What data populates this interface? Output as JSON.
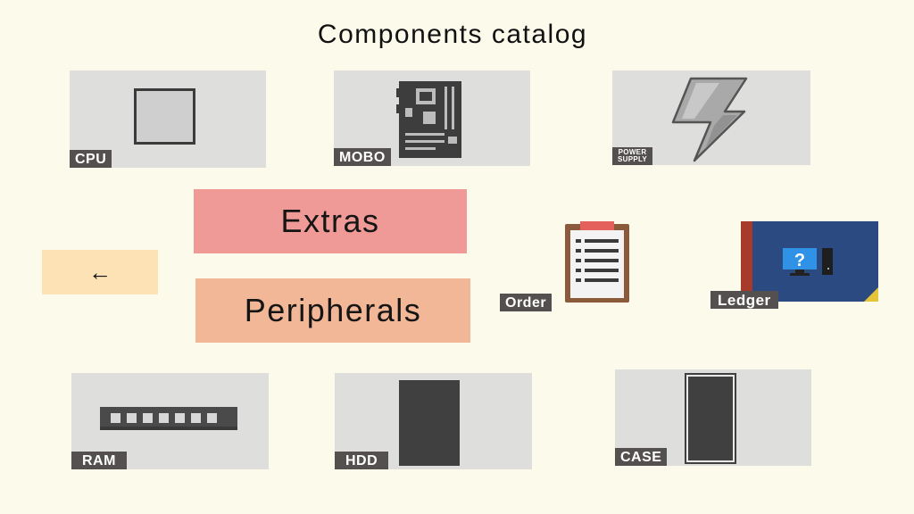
{
  "title": "Components catalog",
  "tiles": {
    "cpu": "CPU",
    "mobo": "MOBO",
    "psu_line1": "POWER",
    "psu_line2": "SUPPLY",
    "ram": "RAM",
    "hdd": "HDD",
    "case": "CASE"
  },
  "buttons": {
    "extras": "Extras",
    "peripherals": "Peripherals",
    "back_arrow": "←"
  },
  "desk": {
    "order": "Order",
    "ledger": "Ledger",
    "ledger_screen_mark": "?"
  },
  "colors": {
    "background": "#fcfaeb",
    "tile": "#dededd",
    "label": "#54504f",
    "extras_button": "#ef9a96",
    "peripherals_button": "#f1b797",
    "back_button": "#fde2b6",
    "ledger_cover": "#2b4a82"
  },
  "icons": {
    "cpu": "cpu-chip-icon",
    "mobo": "motherboard-icon",
    "psu": "lightning-bolt-icon",
    "ram": "ram-stick-icon",
    "hdd": "hard-drive-icon",
    "case": "pc-case-icon",
    "order": "clipboard-icon",
    "ledger": "ledger-book-icon"
  }
}
